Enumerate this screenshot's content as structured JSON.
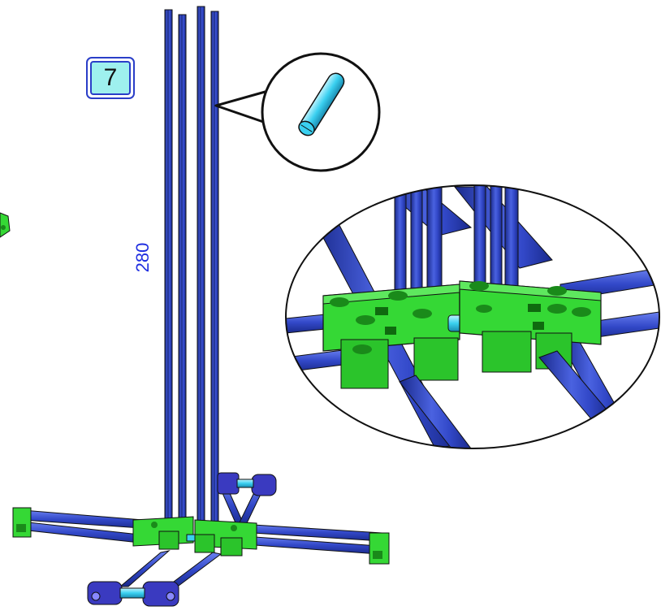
{
  "step": {
    "number": "7"
  },
  "dimension": {
    "rod_length": "280"
  },
  "colors": {
    "rod": "#3248c8",
    "rod_dark": "#1a2a8c",
    "rod_light": "#6a80f0",
    "connector_green": "#35d835",
    "connector_green_dark": "#1a8a1a",
    "pin_cyan": "#3ad0f0",
    "hinge_blue": "#3a3ac0",
    "badge_fill": "#9ef0ee",
    "dimension_text": "#1f2ee0"
  },
  "icons": {
    "callout_part": "axle-pin-icon",
    "detail_view": "magnified-junction-detail"
  }
}
